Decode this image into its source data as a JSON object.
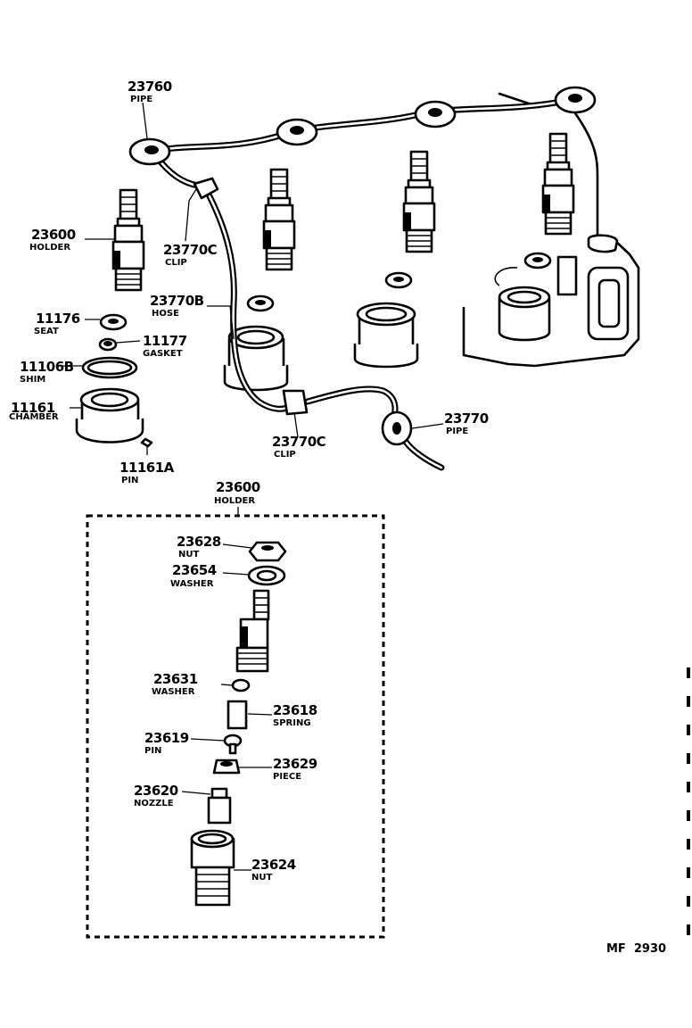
{
  "parts": {
    "p23760": {
      "number": "23760",
      "name": "PIPE"
    },
    "p23600": {
      "number": "23600",
      "name": "HOLDER"
    },
    "p23770c_a": {
      "number": "23770C",
      "name": "CLIP"
    },
    "p23770b": {
      "number": "23770B",
      "name": "HOSE"
    },
    "p11176": {
      "number": "11176",
      "name": "SEAT"
    },
    "p11177": {
      "number": "11177",
      "name": "GASKET"
    },
    "p11106b": {
      "number": "11106B",
      "name": "SHIM"
    },
    "p11161": {
      "number": "11161",
      "name": "CHAMBER"
    },
    "p11161a": {
      "number": "11161A",
      "name": "PIN"
    },
    "p23770c_b": {
      "number": "23770C",
      "name": "CLIP"
    },
    "p23770": {
      "number": "23770",
      "name": "PIPE"
    },
    "p23600_box": {
      "number": "23600",
      "name": "HOLDER"
    },
    "p23628": {
      "number": "23628",
      "name": "NUT"
    },
    "p23654": {
      "number": "23654",
      "name": "WASHER"
    },
    "p23631": {
      "number": "23631",
      "name": "WASHER"
    },
    "p23618": {
      "number": "23618",
      "name": "SPRING"
    },
    "p23619": {
      "number": "23619",
      "name": "PIN"
    },
    "p23629": {
      "number": "23629",
      "name": "PIECE"
    },
    "p23620": {
      "number": "23620",
      "name": "NOZZLE"
    },
    "p23624": {
      "number": "23624",
      "name": "NUT"
    }
  },
  "diagram_code": "MF  2930"
}
